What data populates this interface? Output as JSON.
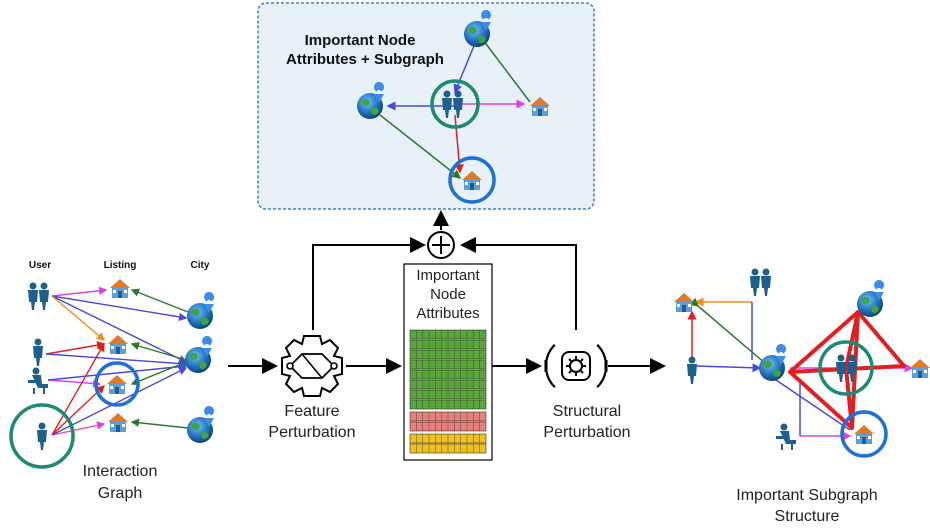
{
  "top_panel": {
    "title_line1": "Important Node",
    "title_line2": "Attributes + Subgraph"
  },
  "interaction_graph": {
    "column_headers": [
      "User",
      "Listing",
      "City"
    ],
    "caption_line1": "Interaction",
    "caption_line2": "Graph"
  },
  "feature_perturbation": {
    "label_line1": "Feature",
    "label_line2": "Perturbation",
    "icon": "gear-network-icon"
  },
  "node_attributes": {
    "label_line1": "Important",
    "label_line2": "Node",
    "label_line3": "Attributes",
    "rows": [
      {
        "color": "#5aa63a"
      },
      {
        "color": "#5aa63a"
      },
      {
        "color": "#5aa63a"
      },
      {
        "color": "#5aa63a"
      },
      {
        "color": "#5aa63a"
      },
      {
        "color": "#5aa63a"
      },
      {
        "color": "#5aa63a"
      },
      {
        "color": "#5aa63a"
      },
      {
        "color": "#e8807a"
      },
      {
        "color": "#e8807a"
      },
      {
        "color": "#f0c020"
      },
      {
        "color": "#f0c020"
      }
    ]
  },
  "structural_perturbation": {
    "label_line1": "Structural",
    "label_line2": "Perturbation",
    "icon": "gear-chip-icon"
  },
  "combine": {
    "icon": "plus-circle-icon"
  },
  "subgraph_structure": {
    "caption_line1": "Important Subgraph",
    "caption_line2": "Structure"
  },
  "colors": {
    "user": "#1f5f8b",
    "listing": "#4a90c8",
    "globe": "#2a7abf",
    "highlight_green": "#1e8a74",
    "highlight_blue": "#1f6fd6",
    "edge_red": "#e02020",
    "edge_orange": "#f08a1a",
    "edge_magenta": "#e040e0",
    "edge_blue": "#4a4ad8",
    "edge_green": "#2a7a2a",
    "panel_bg": "#e8f0f8",
    "panel_border": "#3b7dd8"
  }
}
